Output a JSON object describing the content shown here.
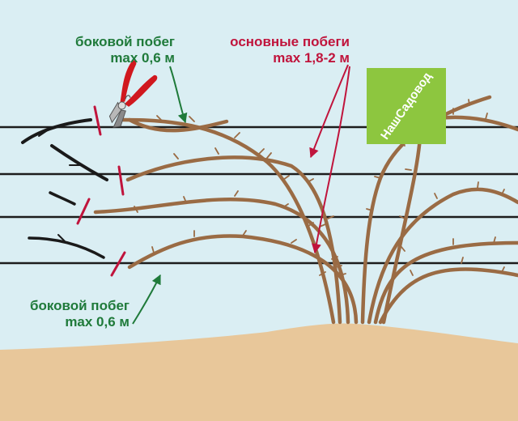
{
  "labels": {
    "lateral_top": {
      "line1": "боковой побег",
      "line2": "max 0,6 м"
    },
    "main": {
      "line1": "основные побеги",
      "line2": "max 1,8-2 м"
    },
    "lateral_bottom": {
      "line1": "боковой побег",
      "line2": "max 0,6 м"
    }
  },
  "logo": {
    "text": "НашСадовод"
  },
  "colors": {
    "sky": "#daeef3",
    "ground": "#e8c79a",
    "cane": "#9a6b44",
    "cut_cane": "#1a1a1a",
    "wire": "#1c1c1c",
    "cut_mark": "#c0143c",
    "lateral_label": "#1f7a3a",
    "main_label": "#c0143c",
    "logo_bg": "#8dc63f"
  },
  "icons": [
    "pruning-shears-icon"
  ]
}
